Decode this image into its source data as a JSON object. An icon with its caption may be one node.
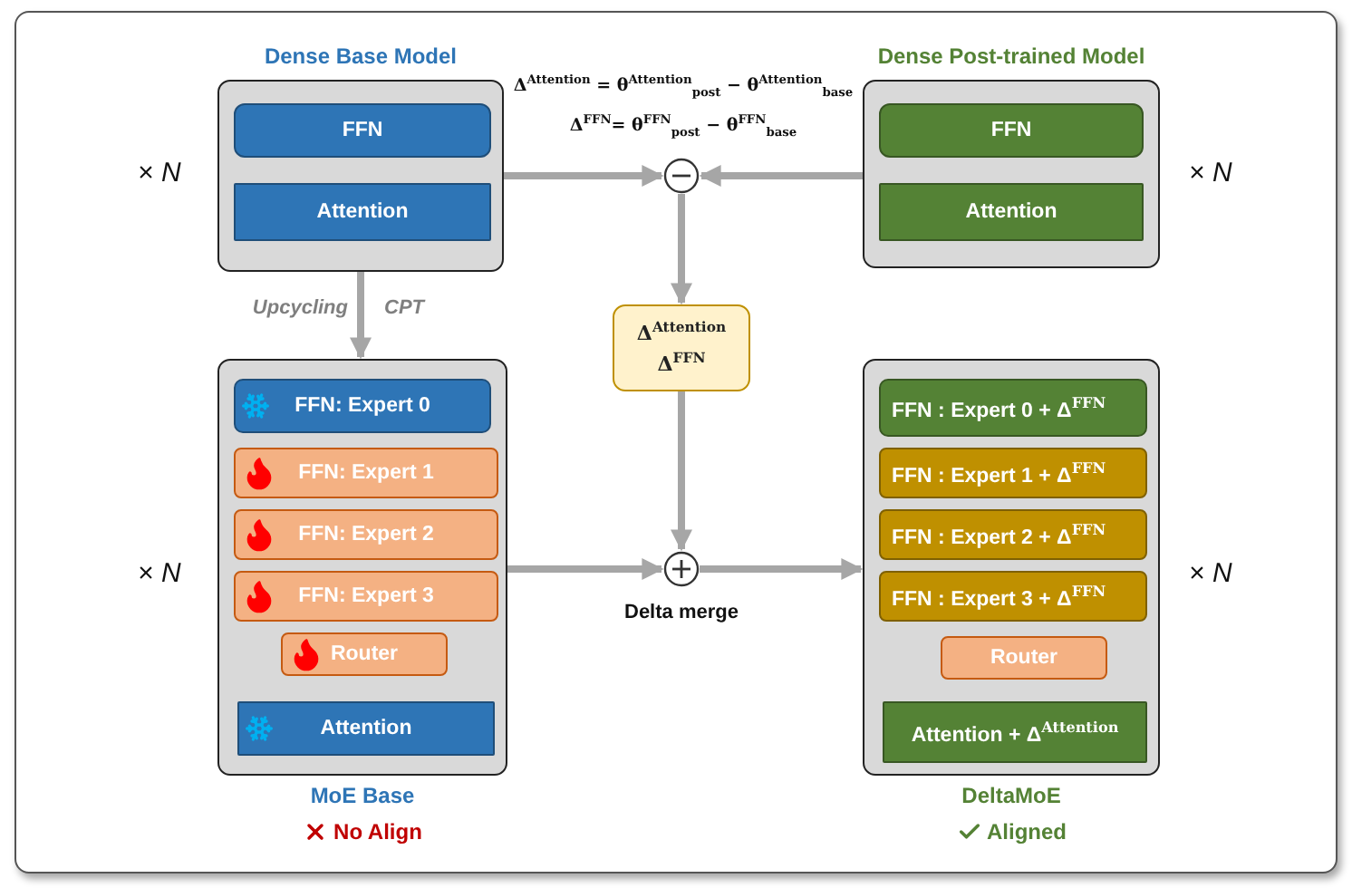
{
  "diagram": {
    "nodes": [
      {
        "text": [
          "Dense Base Model"
        ]
      },
      {
        "text": [
          "FFN"
        ],
        "in": 0
      },
      {
        "text": [
          "Attention"
        ],
        "in": 0
      },
      {
        "text": [
          "Dense Post-trained Model"
        ]
      },
      {
        "text": [
          "FFN"
        ],
        "in": 3
      },
      {
        "text": [
          "Attention"
        ],
        "in": 3
      },
      {
        "text": [],
        "shape": "circle"
      },
      {
        "text": [
          "Δ$^{Attention}$",
          "Δ$^{FFN}$"
        ]
      },
      {
        "text": [
          "MoE Base"
        ],
        "beside": [
          "No Align"
        ]
      },
      {
        "text": [
          "FFN: Expert 0"
        ],
        "in": 8
      },
      {
        "text": [
          "FFN: Expert 1"
        ],
        "in": 8
      },
      {
        "text": [
          "FFN: Expert 2"
        ],
        "in": 8
      },
      {
        "text": [
          "FFN: Expert 3"
        ],
        "in": 8
      },
      {
        "text": [
          "Router"
        ],
        "in": 8
      },
      {
        "text": [
          "Attention"
        ],
        "in": 8
      },
      {
        "text": [],
        "shape": "circle",
        "beside": [
          "Delta merge"
        ]
      },
      {
        "text": [
          "DeltaMoE"
        ],
        "beside": [
          "Aligned"
        ]
      },
      {
        "text": [
          "FFN :  Expert 0 + Δ$^{FFN}$"
        ],
        "in": 16
      },
      {
        "text": [
          "FFN :  Expert 1 + Δ$^{FFN}$"
        ],
        "in": 16
      },
      {
        "text": [
          "FFN :  Expert 2 + Δ$^{FFN}$"
        ],
        "in": 16
      },
      {
        "text": [
          "FFN :  Expert 3 + Δ$^{FFN}$"
        ],
        "in": 16
      },
      {
        "text": [
          "Router"
        ],
        "in": 16
      },
      {
        "text": [
          "Attention  +  Δ$^{Attention}$"
        ],
        "in": 16
      }
    ],
    "edges": [
      {
        "from": 0,
        "to": 6,
        "arrow": "to"
      },
      {
        "from": 3,
        "to": 6,
        "arrow": "to"
      },
      {
        "from": 6,
        "to": 7,
        "arrow": "to"
      },
      {
        "from": 0,
        "to": 8,
        "arrow": "to"
      },
      {
        "from": 7,
        "to": 15,
        "arrow": "to"
      },
      {
        "from": 8,
        "to": 15,
        "arrow": "to"
      },
      {
        "from": 15,
        "to": 16,
        "arrow": "to"
      }
    ],
    "labels": [
      "Δ$^{Attention}$ = θ$^{Attention}$$_{post}$ − θ$^{Attention}$$_{base}$",
      "Δ$^{FFN}$= θ$^{FFN}$$_{post}$ − θ$^{FFN}$$_{base}$",
      "× *N*",
      "× *N*",
      "Upcycling",
      "CPT",
      "× *N*",
      "× *N*"
    ]
  }
}
